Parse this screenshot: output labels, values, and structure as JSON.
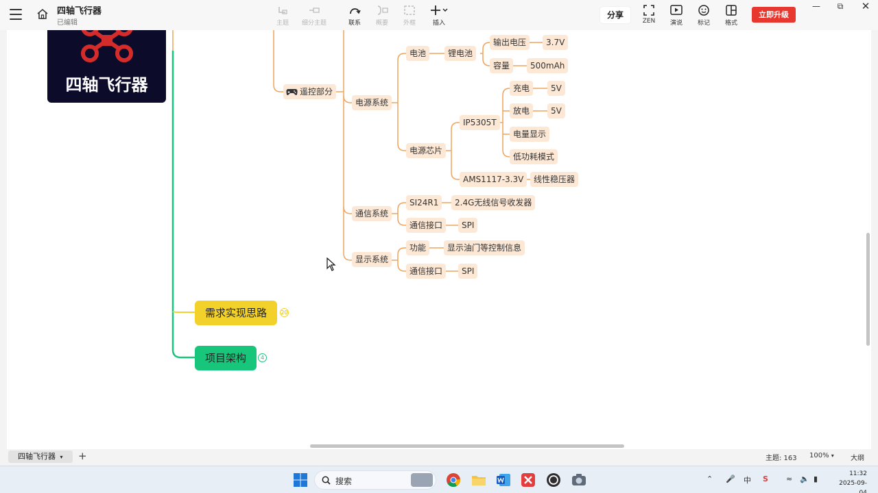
{
  "titlebar": {
    "doc_title": "四轴飞行器",
    "doc_status": "已编辑"
  },
  "toolbar": {
    "tools": [
      {
        "label": "主题",
        "icon": "subtopic-icon",
        "enabled": false
      },
      {
        "label": "细分主题",
        "icon": "sub-subtopic-icon",
        "enabled": false
      },
      {
        "label": "联系",
        "icon": "relation-icon",
        "enabled": true
      },
      {
        "label": "概要",
        "icon": "summary-icon",
        "enabled": false
      },
      {
        "label": "外框",
        "icon": "boundary-icon",
        "enabled": false
      },
      {
        "label": "插入",
        "icon": "insert-icon",
        "enabled": true
      }
    ],
    "share_label": "分享",
    "right_tools": [
      {
        "label": "ZEN",
        "icon": "fullscreen-icon"
      },
      {
        "label": "演说",
        "icon": "present-icon"
      },
      {
        "label": "标记",
        "icon": "smiley-icon"
      },
      {
        "label": "格式",
        "icon": "format-panel-icon"
      }
    ],
    "upgrade_label": "立即升级"
  },
  "mindmap": {
    "root": {
      "title": "四轴飞行器",
      "icon": "drone-icon"
    },
    "remote_control": {
      "label": "遥控部分",
      "icon": "gamepad-icon"
    },
    "power_system": {
      "label": "电源系统",
      "battery": {
        "label": "电池",
        "type": "锂电池",
        "specs": [
          {
            "label": "输出电压",
            "value": "3.7V"
          },
          {
            "label": "容量",
            "value": "500mAh"
          }
        ]
      },
      "power_chip": {
        "label": "电源芯片",
        "chips": [
          {
            "name": "IP5305T",
            "features": [
              {
                "label": "充电",
                "value": "5V"
              },
              {
                "label": "放电",
                "value": "5V"
              },
              {
                "label": "电量显示"
              },
              {
                "label": "低功耗模式"
              }
            ]
          },
          {
            "name": "AMS1117-3.3V",
            "features": [
              {
                "label": "线性稳压器"
              }
            ]
          }
        ]
      }
    },
    "comm_system": {
      "label": "通信系统",
      "children": [
        {
          "label": "SI24R1",
          "detail": "2.4G无线信号收发器"
        },
        {
          "label": "通信接口",
          "detail": "SPI"
        }
      ]
    },
    "display_system": {
      "label": "显示系统",
      "children": [
        {
          "label": "功能",
          "detail": "显示油门等控制信息"
        },
        {
          "label": "通信接口",
          "detail": "SPI"
        }
      ]
    },
    "branch_requirements": {
      "label": "需求实现思路",
      "count": "20",
      "color": "#f2d22a"
    },
    "branch_architecture": {
      "label": "项目架构",
      "count": "4",
      "color": "#17c67a"
    }
  },
  "bottombar": {
    "sheet_tab": "四轴飞行器",
    "topic_count": "主题: 163",
    "zoom": "100%",
    "outline_label": "大纲"
  },
  "taskbar": {
    "search_placeholder": "搜索",
    "time": "11:32",
    "date": "2025-09-04"
  },
  "colors": {
    "accent_orange": "#f0a35c",
    "node_fill": "#fde8d6",
    "branch_green": "#17c67a",
    "upgrade_red": "#e8372f"
  }
}
